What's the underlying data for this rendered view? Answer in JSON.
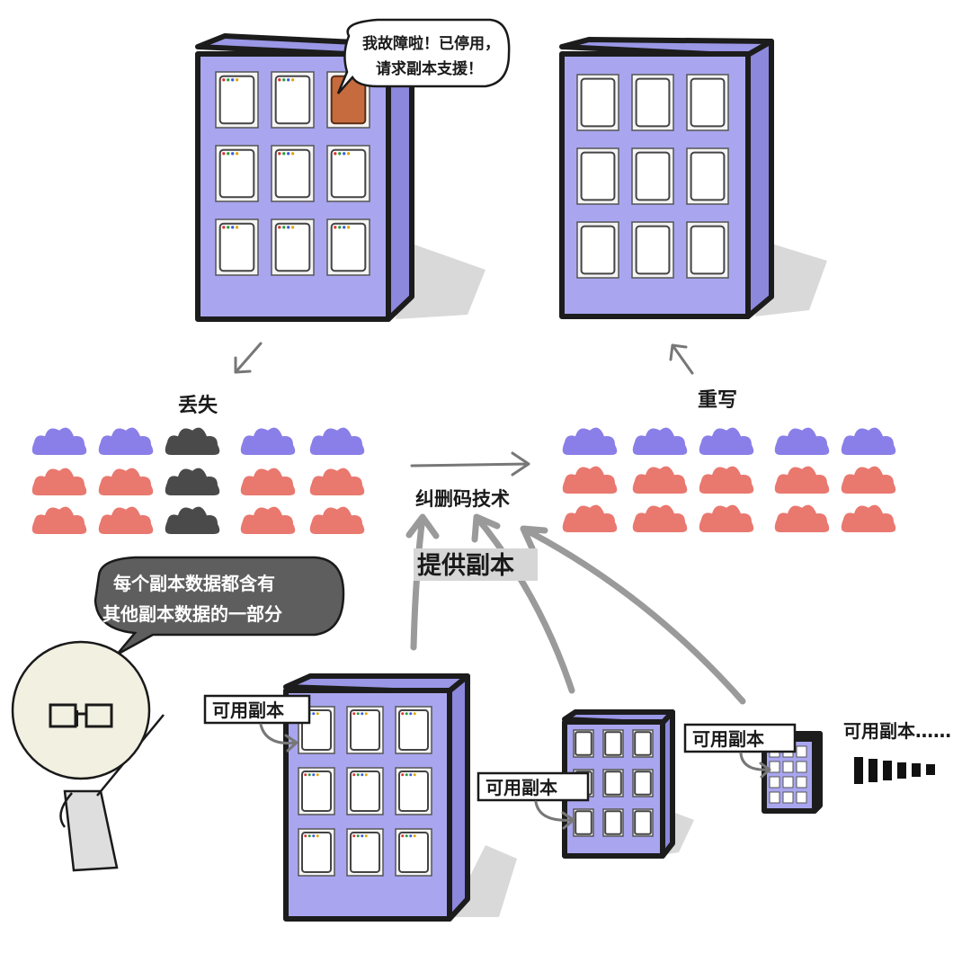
{
  "texts": {
    "failed_rack_speech_line1": "我故障啦！已停用，",
    "failed_rack_speech_line2": "请求副本支援！",
    "lost_label": "丢失",
    "rewrite_label": "重写",
    "erasure_coding_label": "纠删码技术",
    "provide_replica_label": "提供副本",
    "character_speech_line1": "每个副本数据都含有",
    "character_speech_line2": "其他副本数据的一部分",
    "available_replica_1": "可用副本",
    "available_replica_2": "可用副本",
    "available_replica_3": "可用副本",
    "available_replica_more": "可用副本……"
  },
  "colors": {
    "rack_purple": "#a9a6ef",
    "cloud_purple": "#8a7fe8",
    "cloud_red": "#e9786f",
    "cloud_dark": "#4a4a4a",
    "failed_drive": "#c66b3e",
    "arrow_gray": "#9a9a9a"
  },
  "cloud_grid": {
    "left": [
      [
        "purple",
        "purple",
        "dark",
        "purple",
        "purple"
      ],
      [
        "red",
        "red",
        "dark",
        "red",
        "red"
      ],
      [
        "red",
        "red",
        "dark",
        "red",
        "red"
      ]
    ],
    "right": [
      [
        "purple",
        "purple",
        "purple",
        "purple",
        "purple"
      ],
      [
        "red",
        "red",
        "red",
        "red",
        "red"
      ],
      [
        "red",
        "red",
        "red",
        "red",
        "red"
      ]
    ]
  },
  "icons": {
    "character": "stick-figure-with-glasses-icon",
    "cloud": "data-cloud-icon",
    "rack": "server-rack-icon",
    "drive": "hard-drive-icon"
  }
}
